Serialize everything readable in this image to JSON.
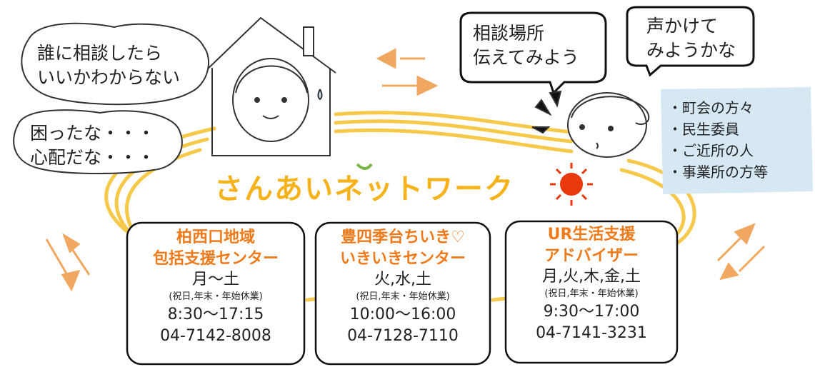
{
  "thoughts": {
    "bubble1": [
      "誰に相談したら",
      "いいかわからない"
    ],
    "bubble2": [
      "困ったな・・・",
      "心配だな・・・"
    ]
  },
  "speech": {
    "left": [
      "相談場所",
      "伝えてみよう"
    ],
    "right": [
      "声かけて",
      "みようかな"
    ]
  },
  "community_list": [
    "・町会の方々",
    "・民生委員",
    "・ご近所の人",
    "・事業所の方等"
  ],
  "title": {
    "part1": "さんあい",
    "part2": "ネットワーク"
  },
  "centers": [
    {
      "name": [
        "柏西口地域",
        "包括支援センター"
      ],
      "days": "月〜土",
      "note": "(祝日,年末・年始休業)",
      "hours": "8:30〜17:15",
      "phone": "04-7142-8008"
    },
    {
      "name": [
        "豊四季台ちいき♡",
        "いきいきセンター"
      ],
      "days": "火,水,土",
      "note": "(祝日,年末・年始休業)",
      "hours": "10:00〜16:00",
      "phone": "04-7128-7110"
    },
    {
      "name": [
        "UR生活支援",
        "アドバイザー"
      ],
      "days": "月,火,木,金,土",
      "note": "(祝日,年末・年始休業)",
      "hours": "9:30〜17:00",
      "phone": "04-7141-3231"
    }
  ],
  "colors": {
    "accent_orange": "#f07a1a",
    "ring_yellow": "#f6c94a",
    "arrow_orange": "#f0a860",
    "note_blue": "#cfe3f1",
    "sun_red": "#e8380d"
  }
}
